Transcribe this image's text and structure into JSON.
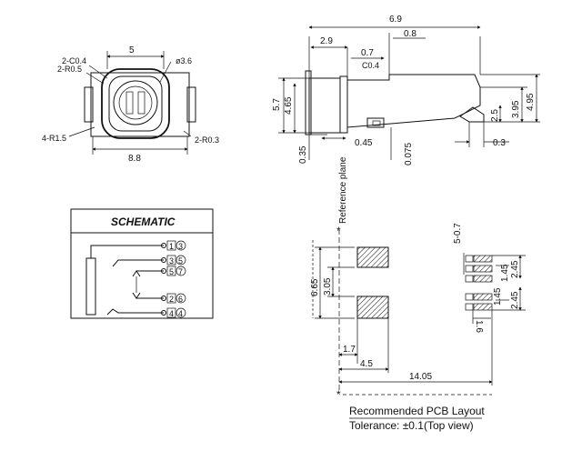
{
  "front_view": {
    "width_top": "5",
    "chamfer": "2-C0.4",
    "radius_top": "2-R0.5",
    "hole_dia": "ø3.6",
    "radius_left": "4-R1.5",
    "radius_right": "2-R0.3",
    "width_bottom": "8.8"
  },
  "side_view": {
    "overall_length": "6.9",
    "len_29": "2.9",
    "len_07": "0.7",
    "len_08": "0.8",
    "chamfer": "C0.4",
    "height_57": "5.7",
    "height_465": "4.65",
    "height_25": "2.5",
    "height_395": "3.95",
    "height_495": "4.95",
    "offset_035": "0.35",
    "offset_045": "0.45",
    "offset_0075": "0.075",
    "offset_03": "0.3"
  },
  "schematic": {
    "title": "SCHEMATIC",
    "pins": [
      "1",
      "3",
      "3",
      "5",
      "5",
      "7",
      "2",
      "6",
      "4",
      "4"
    ]
  },
  "pcb_layout": {
    "reference_plane": "Reference plane",
    "dim_665": "6.65",
    "dim_305": "3.05",
    "dim_17": "1.7",
    "dim_45": "4.5",
    "dim_1405": "14.05",
    "dim_5_07": "5-0.7",
    "dim_245_top": "2.45",
    "dim_145_top": "1.45",
    "dim_145_bottom": "1.45",
    "dim_245_bottom": "2.45",
    "dim_16": "1.6",
    "title": "Recommended PCB Layout",
    "tolerance": "Tolerance: ±0.1(Top view)"
  }
}
